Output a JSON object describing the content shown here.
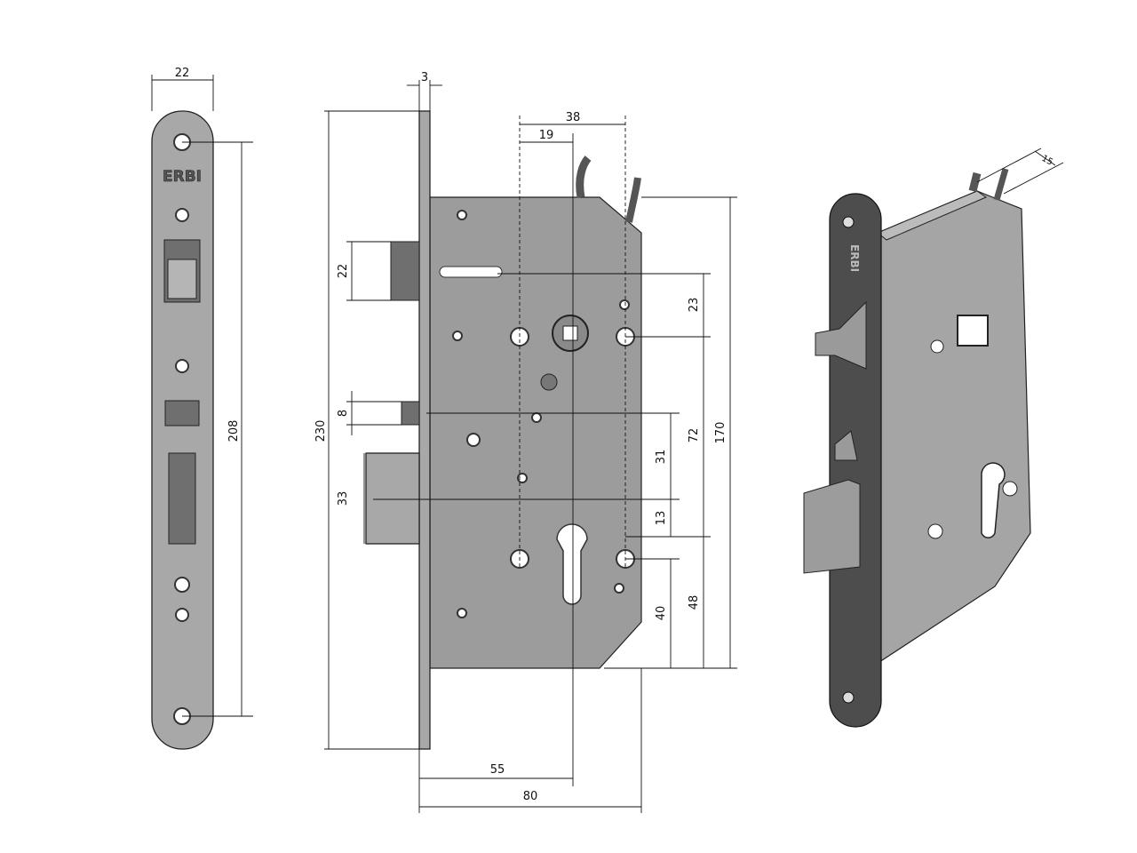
{
  "title": "Mortise lock technical drawing",
  "brand_logo": "ERBI",
  "front_view": {
    "width_label": "22",
    "hole_spacing_label": "208"
  },
  "side_view": {
    "faceplate_thickness_label": "3",
    "total_height_label": "230",
    "wire_spacing_label": "38",
    "wire_offset_label": "19",
    "latch_height_label": "22",
    "latch_to_spindle_label": "23",
    "aux_bolt_label": "8",
    "spindle_to_cylinder_label": "72",
    "case_height_label": "170",
    "aux_to_cylinder_label": "31",
    "deadbolt_height_label": "33",
    "deadbolt_offset_label": "13",
    "cylinder_to_bottom_a_label": "40",
    "cylinder_to_bottom_b_label": "48",
    "backset_label": "55",
    "case_depth_label": "80"
  },
  "iso_view": {
    "wire_gap_label": "15"
  }
}
